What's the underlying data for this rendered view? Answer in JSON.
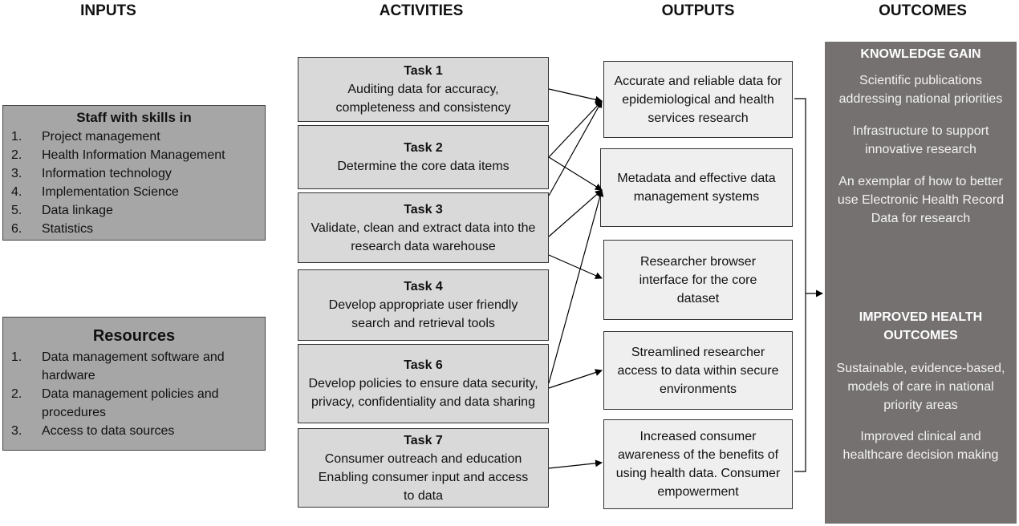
{
  "headers": {
    "inputs": "INPUTS",
    "activities": "ACTIVITIES",
    "outputs": "OUTPUTS",
    "outcomes": "OUTCOMES"
  },
  "inputs": {
    "staff": {
      "title": "Staff with skills in",
      "items": [
        {
          "num": "1.",
          "text": "Project management"
        },
        {
          "num": "2.",
          "text": "Health Information Management"
        },
        {
          "num": "3.",
          "text": "Information technology"
        },
        {
          "num": "4.",
          "text": "Implementation Science"
        },
        {
          "num": "5.",
          "text": "Data linkage"
        },
        {
          "num": "6.",
          "text": "Statistics"
        }
      ]
    },
    "resources": {
      "title": "Resources",
      "items": [
        {
          "num": "1.",
          "text": "Data management software and hardware"
        },
        {
          "num": "2.",
          "text": "Data management policies and procedures"
        },
        {
          "num": "3.",
          "text": "Access to data sources"
        }
      ]
    }
  },
  "tasks": [
    {
      "title": "Task 1",
      "text": "Auditing data for accuracy, completeness and consistency"
    },
    {
      "title": "Task 2",
      "text": "Determine the core data items"
    },
    {
      "title": "Task 3",
      "text": "Validate, clean and extract data into the research data warehouse"
    },
    {
      "title": "Task 4",
      "text": "Develop appropriate user friendly search and retrieval tools"
    },
    {
      "title": "Task 6",
      "text": "Develop policies to ensure data security, privacy, confidentiality and data sharing"
    },
    {
      "title": "Task 7",
      "text": "Consumer outreach and education Enabling consumer input and access to data"
    }
  ],
  "outputs": [
    {
      "text": "Accurate and reliable data for epidemiological and health services research"
    },
    {
      "text": "Metadata and effective data management systems"
    },
    {
      "text": "Researcher browser interface for the core dataset"
    },
    {
      "text": "Streamlined researcher access to data within secure environments"
    },
    {
      "text": "Increased consumer awareness of the benefits of using health data. Consumer empowerment"
    }
  ],
  "outcomes": {
    "knowledge": {
      "title": "KNOWLEDGE GAIN",
      "items": [
        "Scientific publications addressing national priorities",
        "Infrastructure to support innovative research",
        "An exemplar of how to better use Electronic Health Record Data for research"
      ]
    },
    "health": {
      "title": "IMPROVED HEALTH OUTCOMES",
      "items": [
        "Sustainable, evidence-based, models of care in national priority areas",
        "Improved clinical and healthcare decision making"
      ]
    }
  },
  "colors": {
    "inputs_fill": "#a6a6a6",
    "task_fill": "#d9d9d9",
    "output_fill": "#efefef",
    "outcome_fill": "#767171"
  }
}
